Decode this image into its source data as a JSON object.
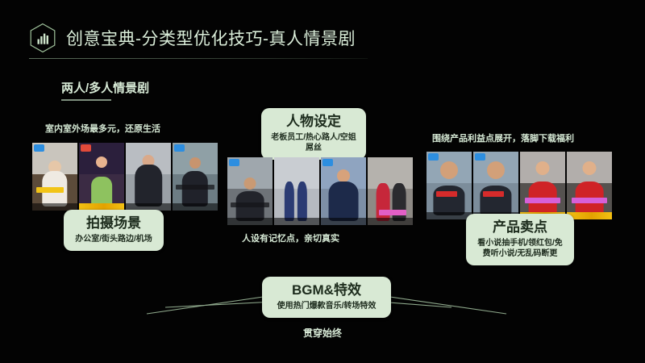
{
  "header": {
    "icon": "bar-chart-hexagon-icon",
    "title": "创意宝典-分类型优化技巧-真人情景剧"
  },
  "section": {
    "heading": "两人/多人情景剧"
  },
  "groups": [
    {
      "id": "scene",
      "caption": "室内室外场最多元，还原生活",
      "card_title": "拍摄场景",
      "card_sub": "办公室/街头路边/机场"
    },
    {
      "id": "character",
      "card_title": "人物设定",
      "card_sub": "老板员工/热心路人/空姐屌丝",
      "caption": "人设有记忆点，亲切真实"
    },
    {
      "id": "selling-point",
      "caption": "围绕产品利益点展开，落脚下载福利",
      "card_title": "产品卖点",
      "card_sub": "看小说抽手机/领红包/免费听小说/无乱码断更"
    }
  ],
  "bgm": {
    "card_title": "BGM&特效",
    "card_sub": "使用热门爆款音乐/转场特效",
    "footer_note": "贯穿始终"
  },
  "colors": {
    "background": "#030303",
    "accent_text": "#d9ecd8",
    "card_bg": "#d8e9d4",
    "card_text": "#1c2b1c",
    "line": "#8fa98c"
  }
}
